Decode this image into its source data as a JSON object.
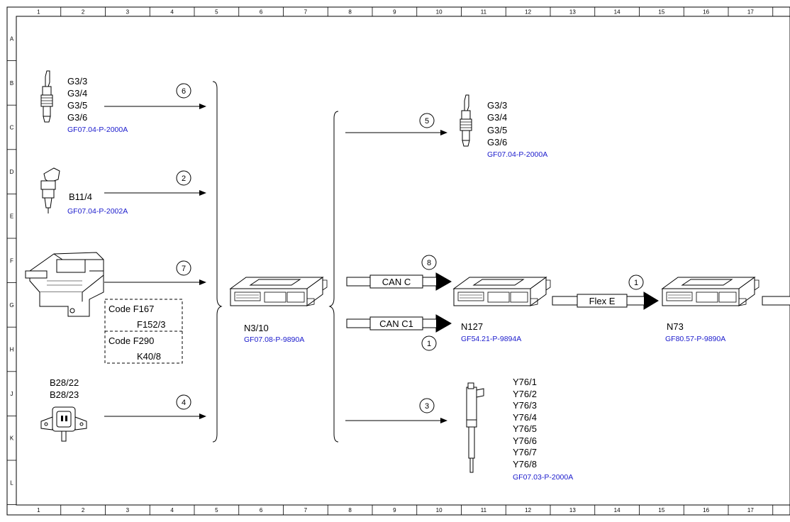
{
  "columns": [
    "1",
    "2",
    "3",
    "4",
    "5",
    "6",
    "7",
    "8",
    "9",
    "10",
    "11",
    "12",
    "13",
    "14",
    "15",
    "16",
    "17"
  ],
  "rows": [
    "A",
    "B",
    "C",
    "D",
    "E",
    "F",
    "G",
    "H",
    "J",
    "K",
    "L"
  ],
  "inputs": {
    "lambda_sensors": {
      "labels": [
        "G3/3",
        "G3/4",
        "G3/5",
        "G3/6"
      ],
      "ref": "GF07.04-P-2000A",
      "arrow_num": "6"
    },
    "temp_sensor": {
      "labels": [
        "B11/4"
      ],
      "ref": "GF07.04-P-2002A",
      "arrow_num": "2"
    },
    "module_arrow_num": "7",
    "code_box": {
      "lines": [
        "Code F167",
        "F152/3",
        "Code F290",
        "K40/8"
      ]
    },
    "pressure_sensor": {
      "labels": [
        "B28/22",
        "B28/23"
      ],
      "arrow_num": "4"
    }
  },
  "center_unit": {
    "label": "N3/10",
    "ref": "GF07.08-P-9890A"
  },
  "outputs": {
    "lambda_out": {
      "labels": [
        "G3/3",
        "G3/4",
        "G3/5",
        "G3/6"
      ],
      "ref": "GF07.04-P-2000A",
      "arrow_num": "5"
    },
    "can_c": {
      "label": "CAN C",
      "num": "8"
    },
    "can_c1": {
      "label": "CAN C1",
      "num": "1"
    },
    "n127": {
      "label": "N127",
      "ref": "GF54.21-P-9894A"
    },
    "flex_e": {
      "label": "Flex E",
      "num": "1"
    },
    "n73": {
      "label": "N73",
      "ref": "GF80.57-P-9890A"
    },
    "injectors": {
      "labels": [
        "Y76/1",
        "Y76/2",
        "Y76/3",
        "Y76/4",
        "Y76/5",
        "Y76/6",
        "Y76/7",
        "Y76/8"
      ],
      "ref": "GF07.03-P-2000A",
      "arrow_num": "3"
    }
  }
}
